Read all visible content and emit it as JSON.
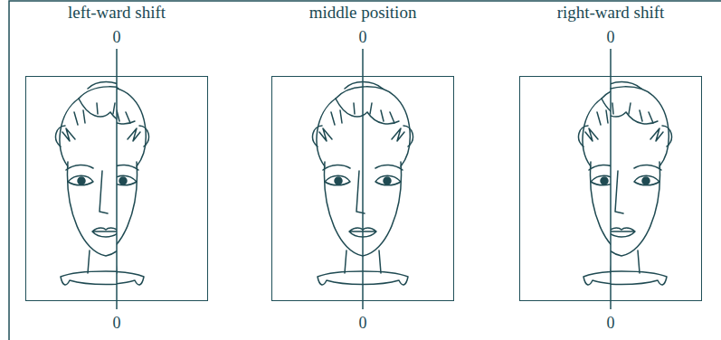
{
  "diagram": {
    "nodes": [
      {
        "text": [
          "left-ward shift",
          "0",
          "0"
        ]
      },
      {
        "text": [
          "middle position",
          "0",
          "0"
        ]
      },
      {
        "text": [
          "right-ward shift",
          "0",
          "0"
        ]
      }
    ]
  }
}
